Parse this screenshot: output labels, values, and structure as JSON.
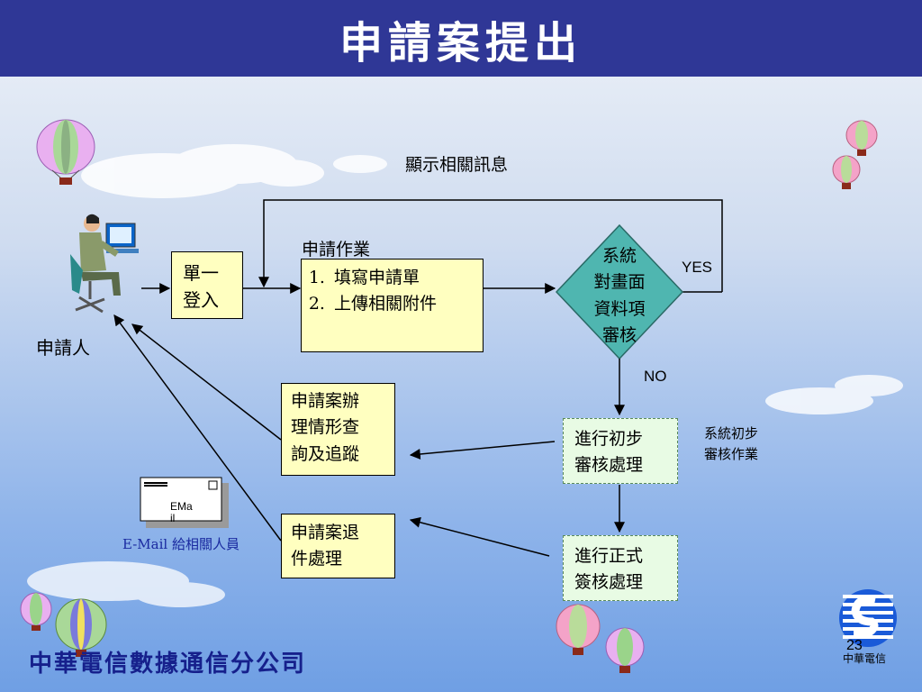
{
  "title": "申請案提出",
  "labels": {
    "show_info": "顯示相關訊息",
    "application_work": "申請作業",
    "applicant": "申請人",
    "yes": "YES",
    "no": "NO",
    "system_prelim": "系統初步\n審核作業",
    "email_note": "E-Mail 給相關人員"
  },
  "boxes": {
    "single_login": "單一\n登入",
    "step1": "填寫申請單",
    "step2": "上傳相關附件",
    "decision": "系統\n對畫面\n資料項\n審核",
    "query": "申請案辦\n理情形查\n詢及追蹤",
    "prelim_review": "進行初步\n審核處理",
    "return": "申請案退\n件處理",
    "formal_review": "進行正式\n簽核處理"
  },
  "email_icon_text": "EMa\nil",
  "footer": {
    "company": "中華電信數據通信分公司",
    "page": "23",
    "logo_text": "中華電信"
  },
  "colors": {
    "title_bar": "#2f3796",
    "box_fill": "#ffffc0",
    "green_box_fill": "#e8fbe4",
    "diamond_fill": "#4fb6b0",
    "company_text": "#16208c"
  }
}
